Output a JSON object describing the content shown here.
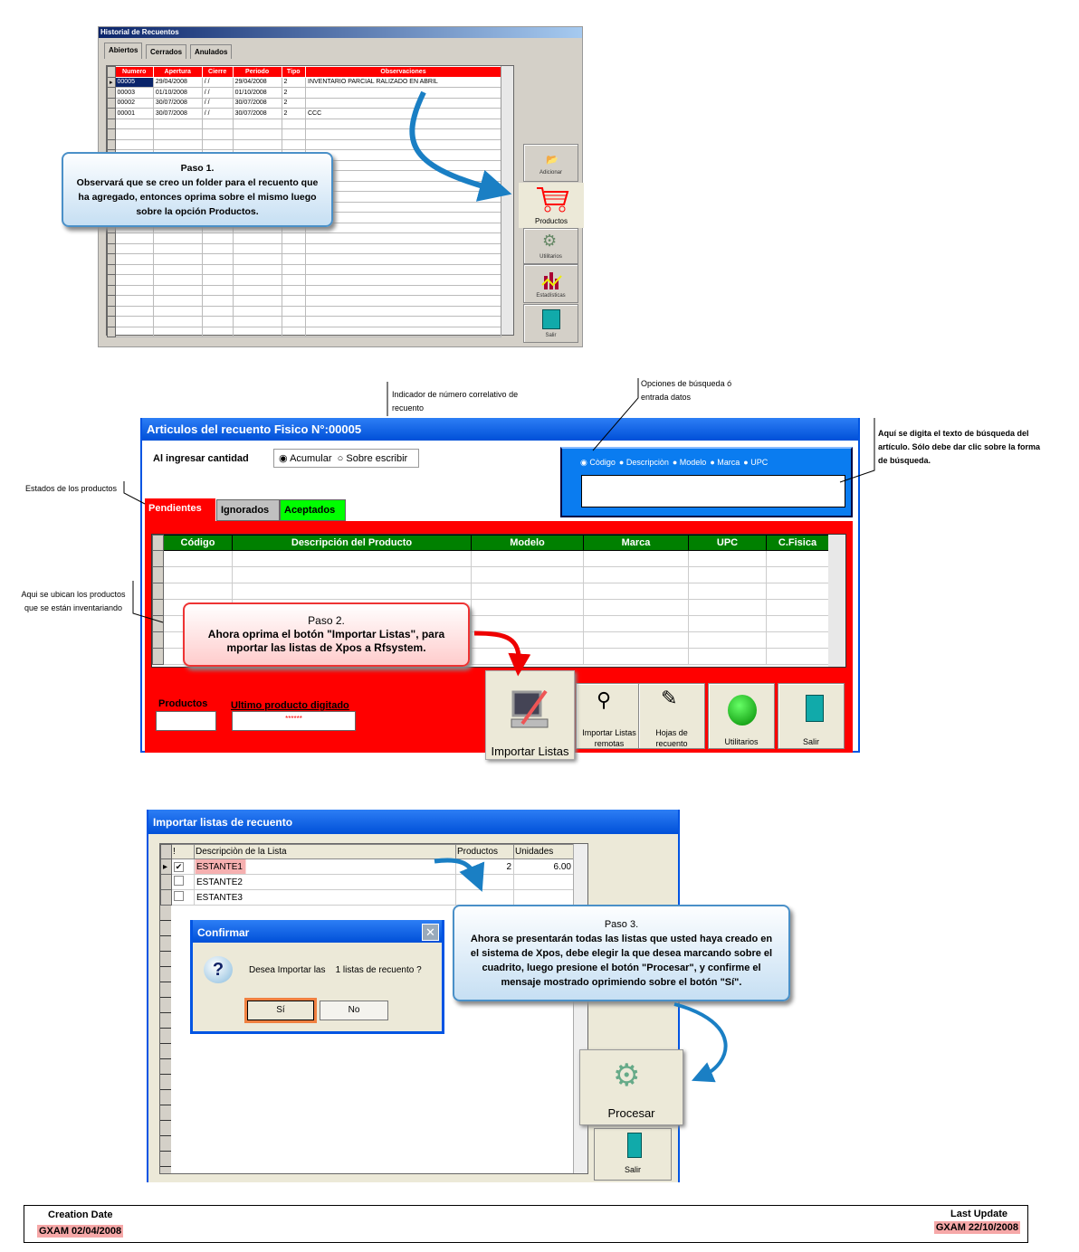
{
  "step1": {
    "window_title": "Historial de Recuentos",
    "tabs": [
      "Abiertos",
      "Cerrados",
      "Anulados"
    ],
    "columns": [
      "Numero",
      "Apertura",
      "Cierre",
      "Periodo",
      "Tipo",
      "Observaciones"
    ],
    "rows": [
      [
        "00005",
        "29/04/2008",
        "/ /",
        "29/04/2008",
        "2",
        "INVENTARIO PARCIAL RALIZADO EN ABRIL"
      ],
      [
        "00003",
        "01/10/2008",
        "/ /",
        "01/10/2008",
        "2",
        ""
      ],
      [
        "00002",
        "30/07/2008",
        "/ /",
        "30/07/2008",
        "2",
        ""
      ],
      [
        "00001",
        "30/07/2008",
        "/ /",
        "30/07/2008",
        "2",
        "CCC"
      ]
    ],
    "buttons": {
      "adicionar": "Adicionar",
      "productos": "Productos",
      "utilitarios": "Utilitarios",
      "estadisticas": "Estadísticas",
      "salir": "Salir"
    },
    "callout": {
      "title": "Paso 1.",
      "text": "Observará que se creo un folder para el recuento que ha agregado, entonces oprima sobre el mismo luego sobre la opción Productos."
    }
  },
  "step2": {
    "notes": {
      "indicador": "Indicador de número correlativo de recuento",
      "opciones": "Opciones de búsqueda ó entrada datos",
      "digita": "Aquí se digita el texto de búsqueda del artículo. Sólo debe dar clic sobre la forma de búsqueda.",
      "estados": "Estados de los productos",
      "ubican": "Aqui se ubican los productos que se están inventariando"
    },
    "window_title": "Articulos del recuento Fisico N°:00005",
    "cantidad_label": "Al ingresar cantidad",
    "radio_acumular": "Acumular",
    "radio_sobre": "Sobre escribir",
    "search_options": [
      "Còdigo",
      "Descripciòn",
      "Modelo",
      "Marca",
      "UPC"
    ],
    "search_value": "",
    "tabs": [
      "Pendientes",
      "Ignorados",
      "Aceptados"
    ],
    "columns": [
      "Código",
      "Descripción del Producto",
      "Modelo",
      "Marca",
      "UPC",
      "C.Fisica"
    ],
    "productos_label": "Productos",
    "productos_value": "",
    "ultimo_label": "Ultimo producto digitado",
    "ultimo_value": "******",
    "buttons": {
      "importar": "Importar Listas",
      "remotas": "Importar Listas remotas",
      "hojas": "Hojas de recuento",
      "utilitarios": "Utilitarios",
      "salir": "Salir"
    },
    "callout": {
      "title": "Paso 2.",
      "text": "Ahora oprima el botón \"Importar Listas\", para mportar las listas de Xpos a Rfsystem."
    }
  },
  "step3": {
    "window_title": "Importar listas de recuento",
    "columns": [
      "!",
      "Descripciòn de la Lista",
      "Productos",
      "Unidades"
    ],
    "rows": [
      {
        "checked": true,
        "name": "ESTANTE1",
        "productos": "2",
        "unidades": "6.00"
      },
      {
        "checked": false,
        "name": "ESTANTE2",
        "productos": "",
        "unidades": ""
      },
      {
        "checked": false,
        "name": "ESTANTE3",
        "productos": "",
        "unidades": ""
      }
    ],
    "dialog": {
      "title": "Confirmar",
      "message": "Desea Importar las    1 listas de recuento ?",
      "yes": "Sí",
      "no": "No"
    },
    "procesar": "Procesar",
    "salir": "Salir",
    "callout": {
      "title": "Paso 3.",
      "text": "Ahora se presentarán todas las listas que usted haya creado en el sistema de Xpos, debe elegir la que desea marcando sobre el cuadrito, luego presione el botón \"Procesar\", y confirme el mensaje mostrado oprimiendo sobre el botón \"Sí\"."
    }
  },
  "footer": {
    "creation_label": "Creation Date",
    "creation_value": "GXAM 02/04/2008",
    "update_label": "Last Update",
    "update_value": "GXAM 22/10/2008"
  }
}
